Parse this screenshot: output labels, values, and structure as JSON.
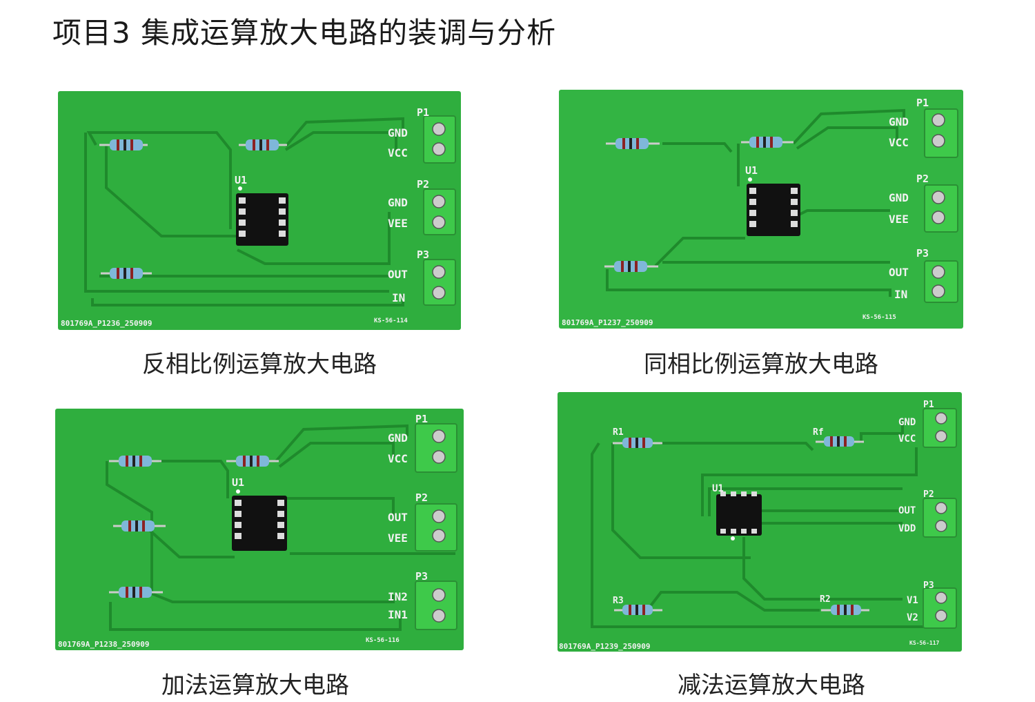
{
  "title": "项目3 集成运算放大电路的装调与分析",
  "colors": {
    "pcb": "#2fae3e",
    "pcb_light": "#33b443",
    "trace": "#1f8a2c",
    "terminal": "#3ec94a",
    "silk": "#f0f0f0"
  },
  "boards": [
    {
      "caption": "反相比例运算放大电路",
      "serial": "801769A_P1236_250909",
      "code": "KS-56-114",
      "chip_label": "U1",
      "connectors": [
        {
          "name": "P1",
          "pins": [
            "GND",
            "VCC"
          ]
        },
        {
          "name": "P2",
          "pins": [
            "GND",
            "VEE"
          ]
        },
        {
          "name": "P3",
          "pins": [
            "OUT",
            "IN"
          ]
        }
      ]
    },
    {
      "caption": "同相比例运算放大电路",
      "serial": "801769A_P1237_250909",
      "code": "KS-56-115",
      "chip_label": "U1",
      "connectors": [
        {
          "name": "P1",
          "pins": [
            "GND",
            "VCC"
          ]
        },
        {
          "name": "P2",
          "pins": [
            "GND",
            "VEE"
          ]
        },
        {
          "name": "P3",
          "pins": [
            "OUT",
            "IN"
          ]
        }
      ]
    },
    {
      "caption": "加法运算放大电路",
      "serial": "801769A_P1238_250909",
      "code": "KS-56-116",
      "chip_label": "U1",
      "connectors": [
        {
          "name": "P1",
          "pins": [
            "GND",
            "VCC"
          ]
        },
        {
          "name": "P2",
          "pins": [
            "OUT",
            "VEE"
          ]
        },
        {
          "name": "P3",
          "pins": [
            "IN2",
            "IN1"
          ]
        }
      ]
    },
    {
      "caption": "减法运算放大电路",
      "serial": "801769A_P1239_250909",
      "code": "KS-56-117",
      "chip_label": "U1",
      "resistor_labels": [
        "R1",
        "Rf",
        "R3",
        "R2"
      ],
      "connectors": [
        {
          "name": "P1",
          "pins": [
            "GND",
            "VCC"
          ]
        },
        {
          "name": "P2",
          "pins": [
            "OUT",
            "VDD"
          ]
        },
        {
          "name": "P3",
          "pins": [
            "V1",
            "V2"
          ]
        }
      ]
    }
  ]
}
